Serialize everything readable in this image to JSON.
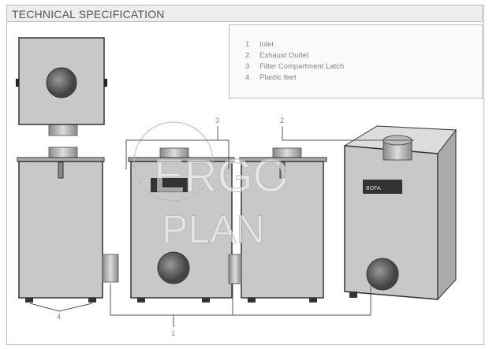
{
  "title": "TECHNICAL SPECIFICATION",
  "legend": [
    {
      "num": "1",
      "label": "Inlet"
    },
    {
      "num": "2",
      "label": "Exhaust Outlet"
    },
    {
      "num": "3",
      "label": "Filter Compartment Latch"
    },
    {
      "num": "4",
      "label": "Plastic feet"
    }
  ],
  "callouts": {
    "c1": "1",
    "c2": "2",
    "c3": "3",
    "c4": "4"
  },
  "watermark": {
    "line1": "ERGO",
    "line2": "PLAN"
  },
  "brand_badge": "BOFA"
}
